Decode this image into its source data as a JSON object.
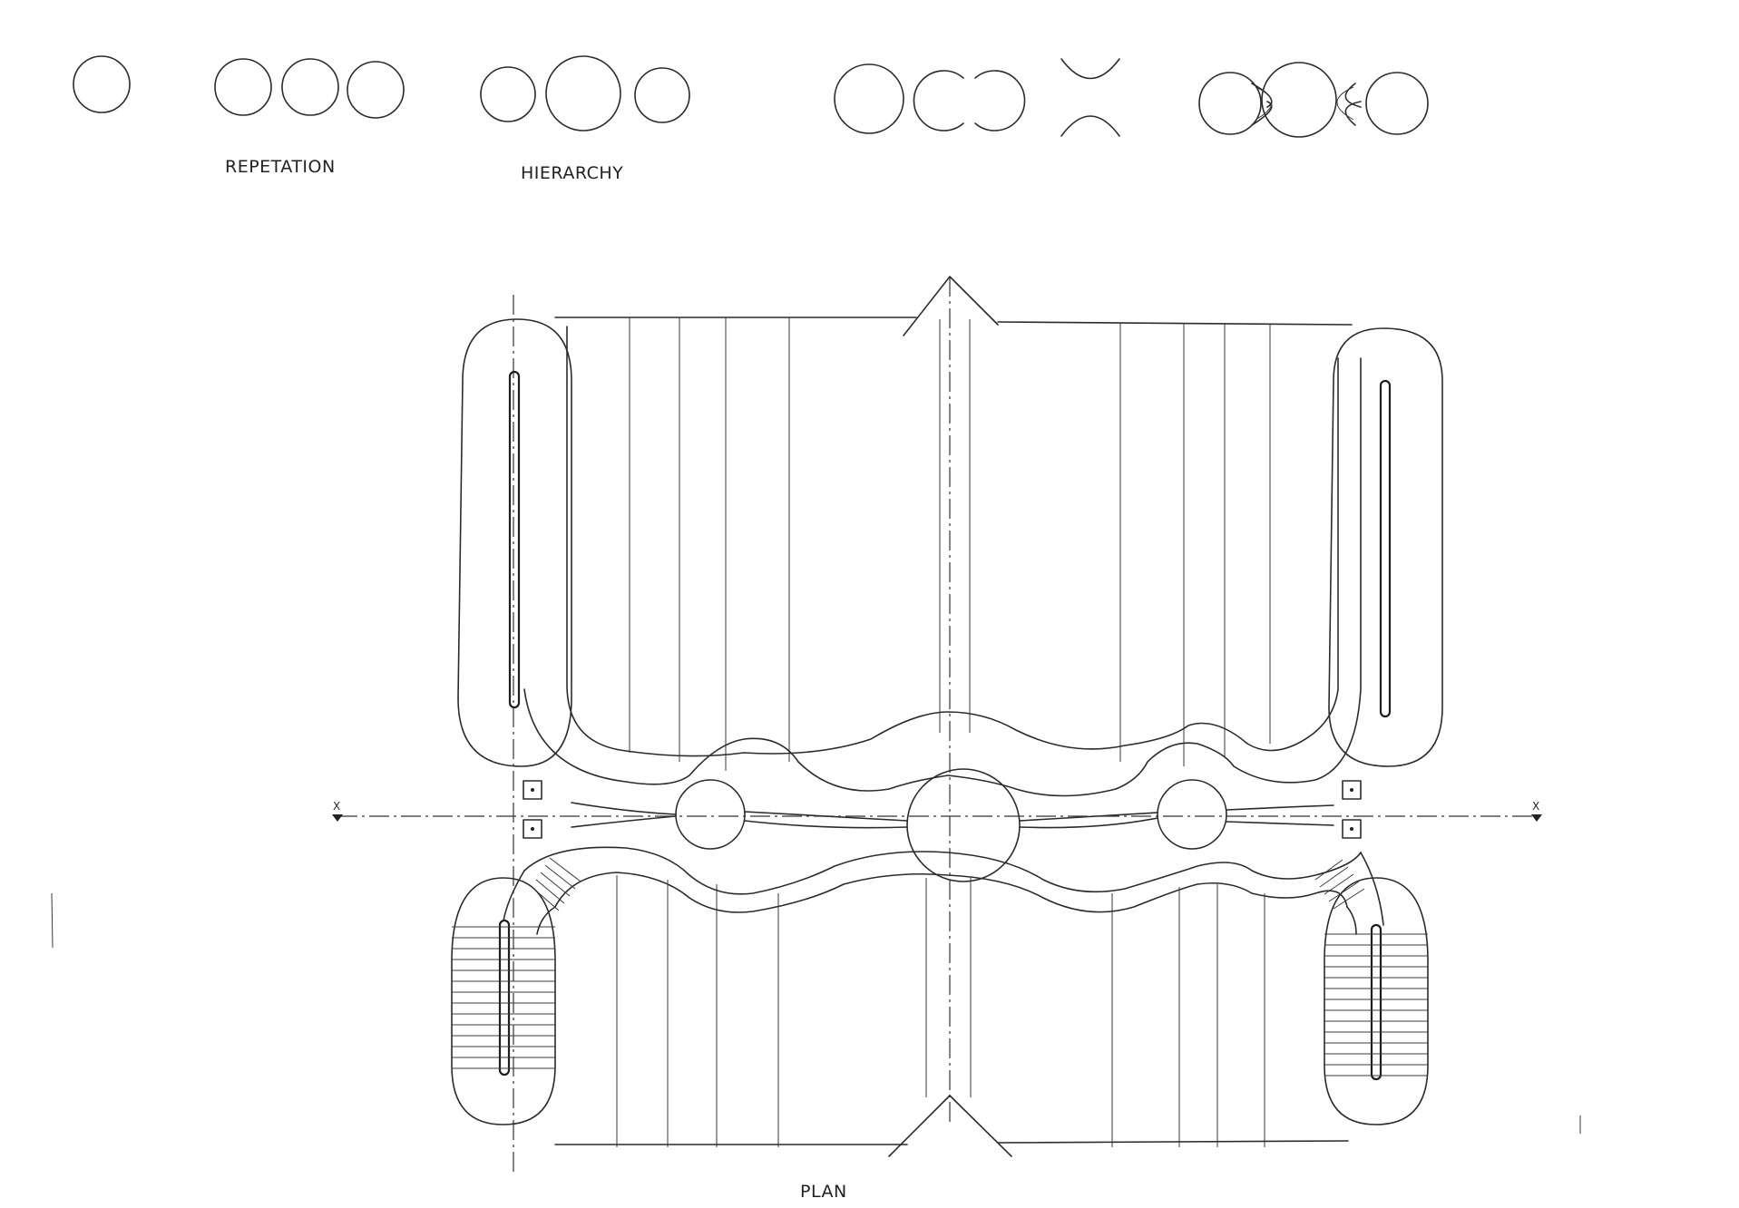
{
  "labels": {
    "repetation": "REPETATION",
    "hierarchy": "HIERARCHY",
    "plan": "PLAN",
    "section_mark": "X"
  },
  "colors": {
    "ink": "#2b2b2b",
    "paper": "#ffffff"
  }
}
